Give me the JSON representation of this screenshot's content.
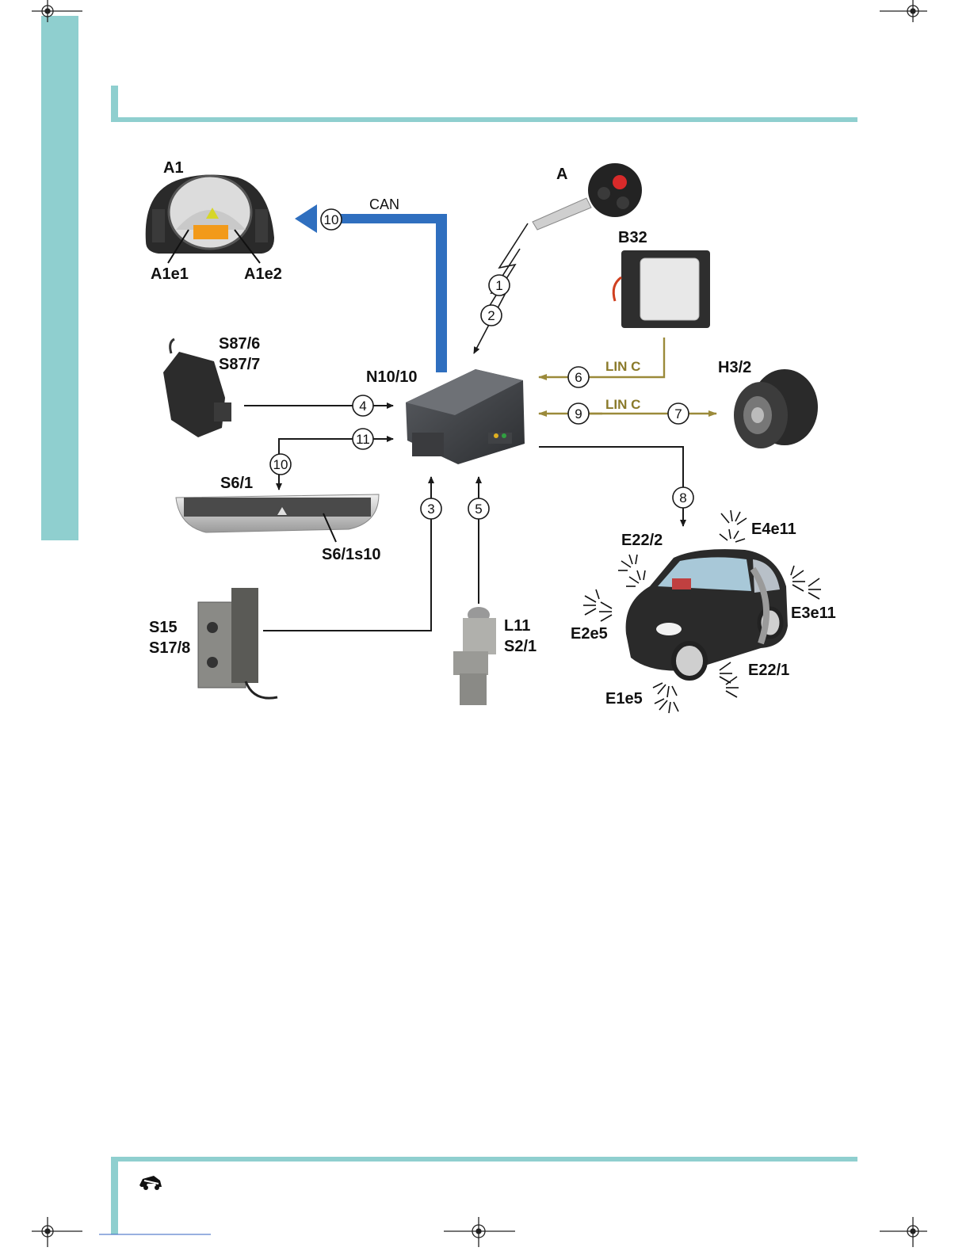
{
  "diagram": {
    "components": {
      "a1": "A1",
      "a1e1": "A1e1",
      "a1e2": "A1e2",
      "key": "A",
      "b32": "B32",
      "s87_6": "S87/6",
      "s87_7": "S87/7",
      "n10_10": "N10/10",
      "h3_2": "H3/2",
      "s6_1": "S6/1",
      "s6_1s10": "S6/1s10",
      "s15": "S15",
      "s17_8": "S17/8",
      "l11": "L11",
      "s2_1": "S2/1",
      "e22_2": "E22/2",
      "e4e11": "E4e11",
      "e3e11": "E3e11",
      "e2e5": "E2e5",
      "e22_1": "E22/1",
      "e1e5": "E1e5"
    },
    "bus_labels": {
      "can": "CAN",
      "lin_upper": "LIN C",
      "lin_lower": "LIN C"
    },
    "signal_numbers": {
      "can_to_a1": "10",
      "key_1": "1",
      "key_2": "2",
      "from_s15": "3",
      "from_s87": "4",
      "from_l11": "5",
      "from_b32": "6",
      "to_h3": "7",
      "to_lamps": "8",
      "from_h3": "9",
      "to_s6": "10",
      "from_s6": "11"
    },
    "colors": {
      "teal_accent": "#8fcfcf",
      "can_bus": "#2f6fbf",
      "lin_bus": "#9b8a3a",
      "wire": "#1a1a1a"
    }
  }
}
